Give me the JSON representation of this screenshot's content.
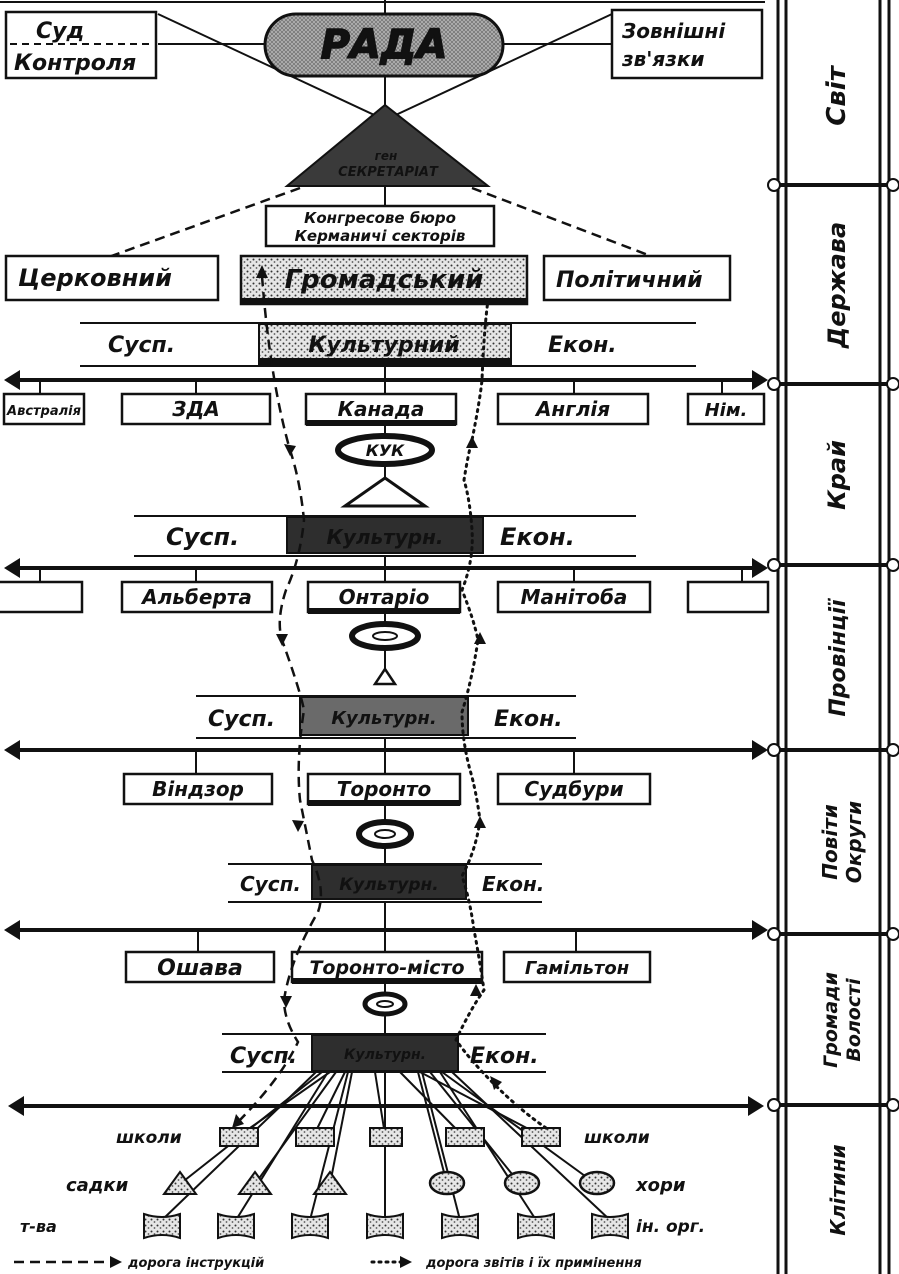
{
  "top": {
    "court": "Суд",
    "control": "Контроля",
    "council": "РАДА",
    "foreign_top": "Зовнішні",
    "foreign_bottom": "зв'язки",
    "secretariat_top": "ген",
    "secretariat_bottom": "СЕКРЕТАРІАТ",
    "bureau_top": "Конгресове бюро",
    "bureau_bottom": "Керманичі секторів",
    "church": "Церковний",
    "public": "Громадський",
    "political": "Політичний",
    "social_1": "Сусп.",
    "cultural_1": "Культурний",
    "econ_1": "Екон."
  },
  "countries": [
    "Австралія",
    "ЗДА",
    "Канада",
    "Англія",
    "Нім."
  ],
  "kuk": "КУК",
  "level2": {
    "social": "Сусп.",
    "cultural": "Культурн.",
    "econ": "Екон."
  },
  "provinces": [
    "Альберта",
    "Онтаріо",
    "Манітоба"
  ],
  "provinces_blank": [
    "",
    ""
  ],
  "level3": {
    "social": "Сусп.",
    "cultural": "Культурн.",
    "econ": "Екон."
  },
  "districts": [
    "Віндзор",
    "Торонто",
    "Судбури"
  ],
  "level4": {
    "social": "Сусп.",
    "cultural": "Культурн.",
    "econ": "Екон."
  },
  "communities": [
    "Ошава",
    "Торонто-місто",
    "Гамільтон"
  ],
  "level5": {
    "social": "Сусп.",
    "cultural": "Культурн.",
    "econ": "Екон."
  },
  "cells": {
    "schools_left": "школи",
    "schools_right": "школи",
    "kindergartens": "садки",
    "choirs": "хори",
    "societies": "т-ва",
    "other_orgs": "ін. орг."
  },
  "legend": {
    "instructions": "дорога інструкцій",
    "reports": "дорога звітів і їх примінення"
  },
  "scale": [
    "Світ",
    "Держава",
    "Край",
    "Провінції",
    "Повіти Округи",
    "Громади Волості",
    "Клітини"
  ]
}
